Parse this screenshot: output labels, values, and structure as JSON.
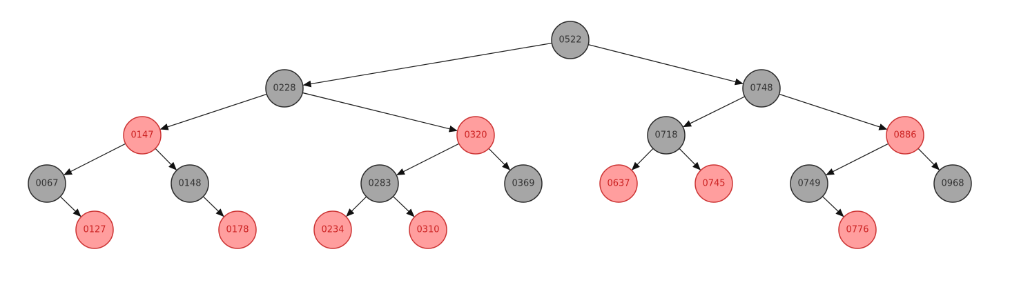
{
  "colors": {
    "black_fill": "#a6a6a6",
    "black_stroke": "#2b2b2b",
    "black_text": "#333333",
    "red_fill": "#ff9e9e",
    "red_stroke": "#cc3333",
    "red_text": "#cc2222",
    "edge": "#222222"
  },
  "tree": {
    "nodes": [
      {
        "id": "0522",
        "label": "0522",
        "color": "black",
        "parent": null
      },
      {
        "id": "0228",
        "label": "0228",
        "color": "black",
        "parent": "0522"
      },
      {
        "id": "0748",
        "label": "0748",
        "color": "black",
        "parent": "0522"
      },
      {
        "id": "0147",
        "label": "0147",
        "color": "red",
        "parent": "0228"
      },
      {
        "id": "0320",
        "label": "0320",
        "color": "red",
        "parent": "0228"
      },
      {
        "id": "0718",
        "label": "0718",
        "color": "black",
        "parent": "0748"
      },
      {
        "id": "0886",
        "label": "0886",
        "color": "red",
        "parent": "0748"
      },
      {
        "id": "0067",
        "label": "0067",
        "color": "black",
        "parent": "0147"
      },
      {
        "id": "0148",
        "label": "0148",
        "color": "black",
        "parent": "0147"
      },
      {
        "id": "0283",
        "label": "0283",
        "color": "black",
        "parent": "0320"
      },
      {
        "id": "0369",
        "label": "0369",
        "color": "black",
        "parent": "0320"
      },
      {
        "id": "0637",
        "label": "0637",
        "color": "red",
        "parent": "0718"
      },
      {
        "id": "0745",
        "label": "0745",
        "color": "red",
        "parent": "0718"
      },
      {
        "id": "0749",
        "label": "0749",
        "color": "black",
        "parent": "0886"
      },
      {
        "id": "0968",
        "label": "0968",
        "color": "black",
        "parent": "0886"
      },
      {
        "id": "0127",
        "label": "0127",
        "color": "red",
        "parent": "0067"
      },
      {
        "id": "0178",
        "label": "0178",
        "color": "red",
        "parent": "0148"
      },
      {
        "id": "0234",
        "label": "0234",
        "color": "red",
        "parent": "0283"
      },
      {
        "id": "0310",
        "label": "0310",
        "color": "red",
        "parent": "0283"
      },
      {
        "id": "0776",
        "label": "0776",
        "color": "red",
        "parent": "0749"
      }
    ]
  }
}
